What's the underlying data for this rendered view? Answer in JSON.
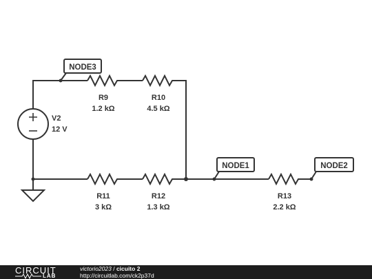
{
  "circuit": {
    "source": {
      "name": "V2",
      "value": "12 V"
    },
    "resistors": [
      {
        "id": "r9",
        "name": "R9",
        "value": "1.2 kΩ"
      },
      {
        "id": "r10",
        "name": "R10",
        "value": "4.5 kΩ"
      },
      {
        "id": "r11",
        "name": "R11",
        "value": "3 kΩ"
      },
      {
        "id": "r12",
        "name": "R12",
        "value": "1.3 kΩ"
      },
      {
        "id": "r13",
        "name": "R13",
        "value": "2.2 kΩ"
      }
    ],
    "nodes": [
      {
        "id": "node3",
        "label": "NODE3"
      },
      {
        "id": "node1",
        "label": "NODE1"
      },
      {
        "id": "node2",
        "label": "NODE2"
      }
    ]
  },
  "footer": {
    "logo_top": "CIRCUIT",
    "logo_bottom": "LAB",
    "author": "victorio2023",
    "separator": " / ",
    "title": "cicuito 2",
    "url": "http://circuitlab.com/ck2p37d"
  }
}
